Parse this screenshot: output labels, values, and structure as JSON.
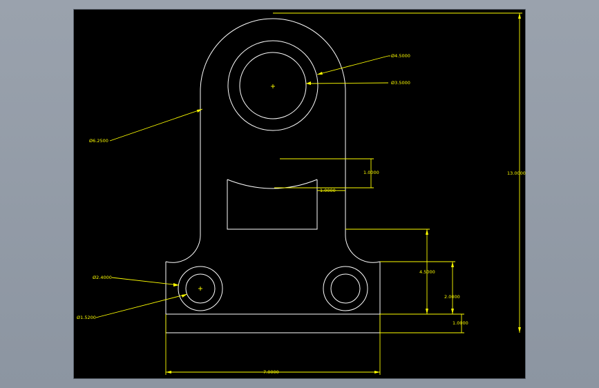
{
  "drawing": {
    "background_color": "#000000",
    "geometry_color": "#ffffff",
    "dimension_color": "#ffff00",
    "labels": {
      "dia_big_inner": "Ø4.5000",
      "dia_bore": "Ø3.5000",
      "dia_outer": "Ø6.2500",
      "dia_hole_outer": "Ø2.4000",
      "dia_hole_inner": "Ø1.5200",
      "notch_height": "1.0000",
      "notch_offset": "1.0000",
      "total_height": "13.0000",
      "upper_height": "4.5000",
      "base_height": "2.0000",
      "base_thickness": "1.0000",
      "base_width": "7.0000"
    }
  }
}
